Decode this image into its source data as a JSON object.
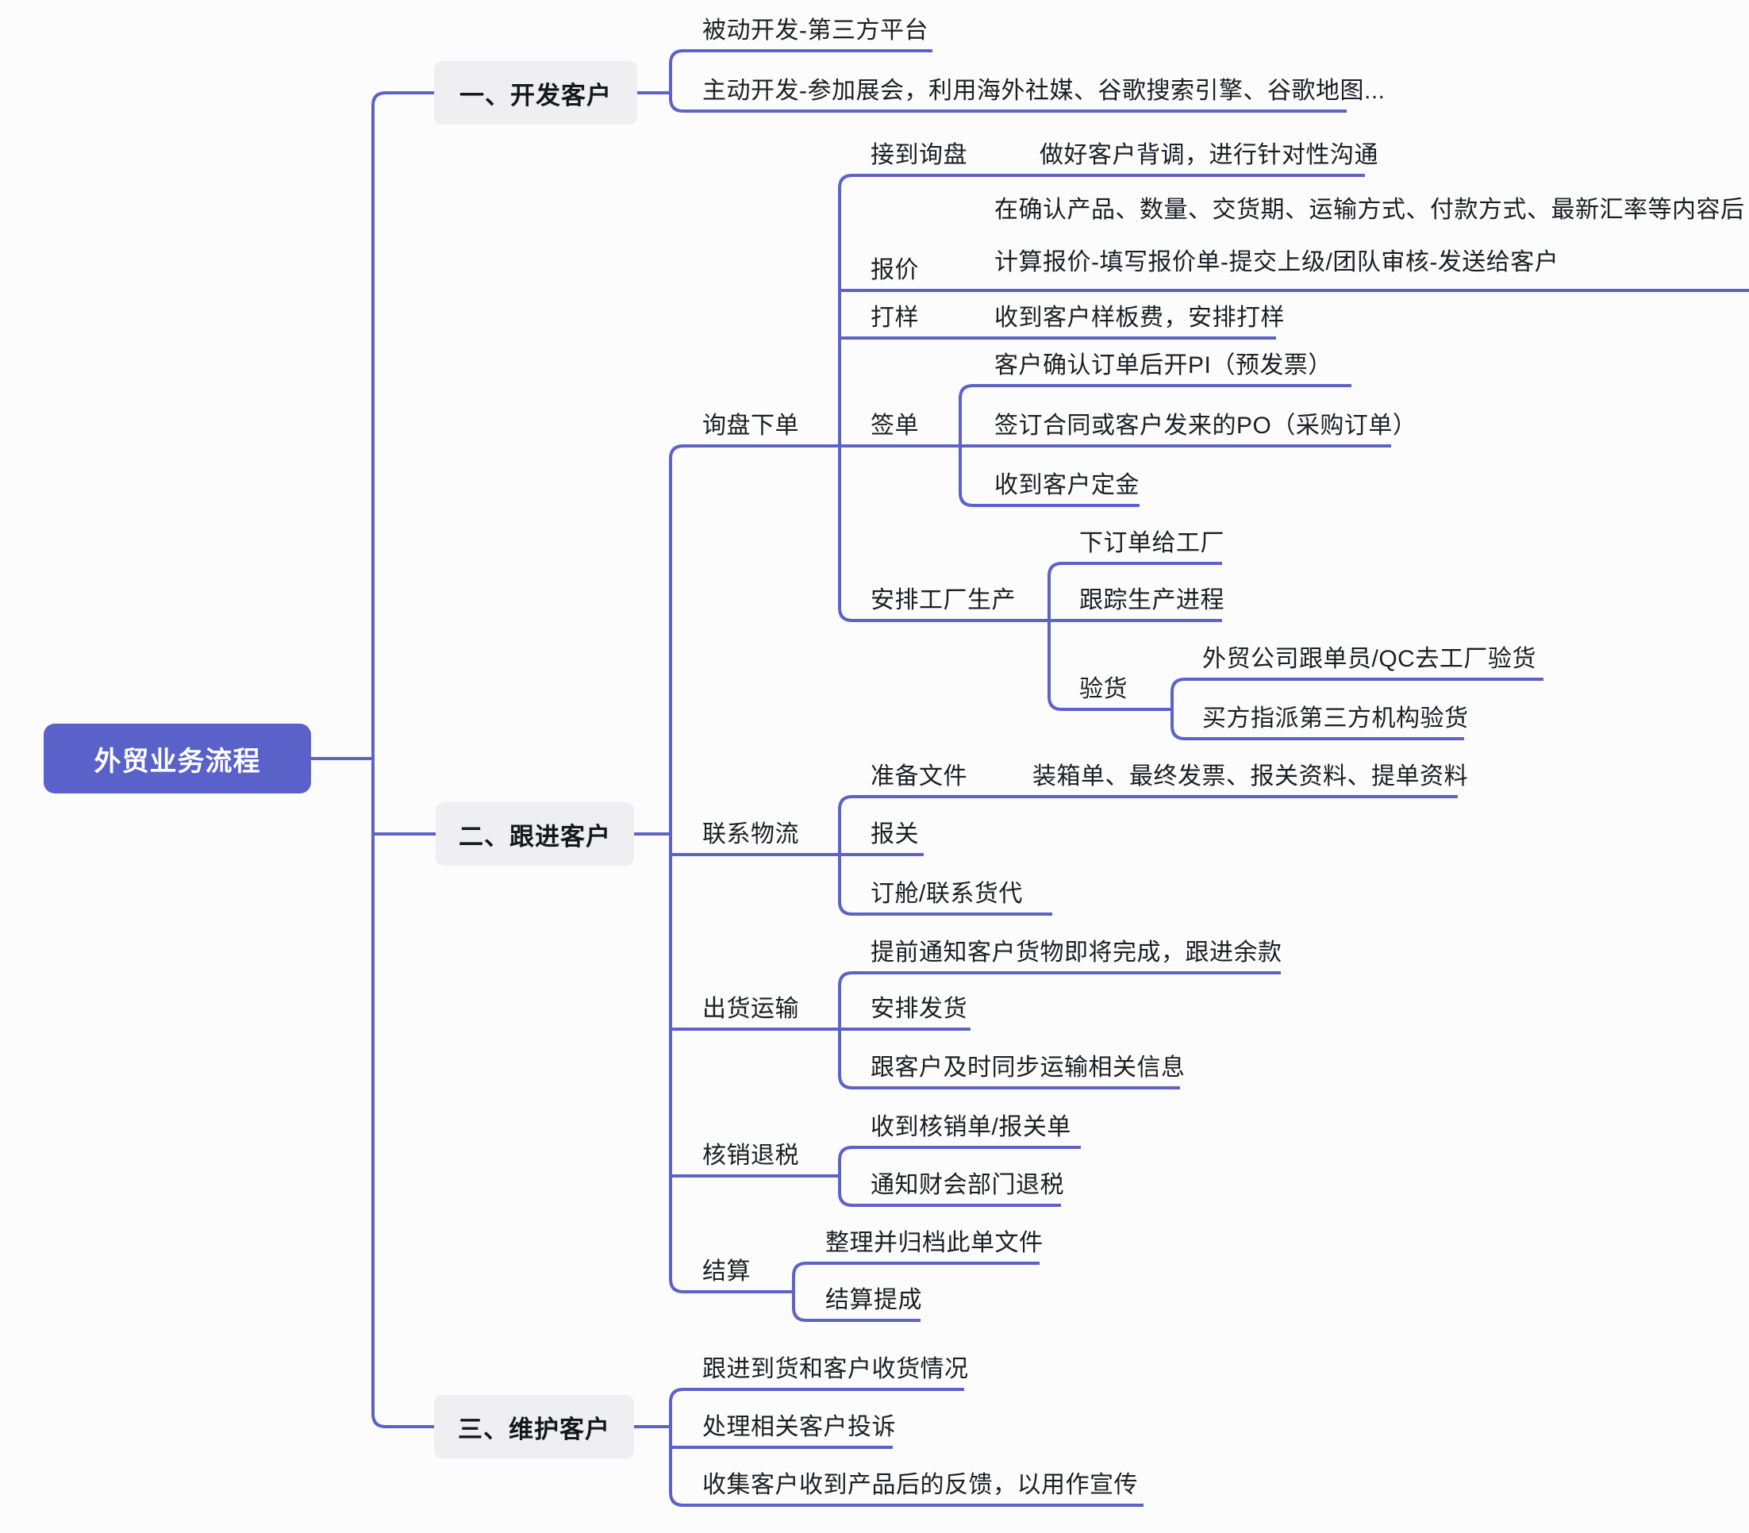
{
  "colors": {
    "branch_line": "#5c63c8",
    "root_fill": "#5a61c9",
    "root_text": "#ffffff",
    "level1_fill": "#efeff1",
    "node_text": "#1d1e23",
    "background": "#fcfcfd"
  },
  "root": {
    "label": "外贸业务流程"
  },
  "branches": [
    {
      "label": "一、开发客户",
      "children": [
        {
          "label": "被动开发-第三方平台"
        },
        {
          "label": "主动开发-参加展会，利用海外社媒、谷歌搜索引擎、谷歌地图..."
        }
      ]
    },
    {
      "label": "二、跟进客户",
      "children": [
        {
          "label": "询盘下单",
          "children": [
            {
              "label": "接到询盘",
              "children": [
                {
                  "label": "做好客户背调，进行针对性沟通"
                }
              ]
            },
            {
              "label": "报价",
              "children": [
                {
                  "lines": [
                    "在确认产品、数量、交货期、运输方式、付款方式、最新汇率等内容后",
                    "计算报价-填写报价单-提交上级/团队审核-发送给客户"
                  ]
                }
              ]
            },
            {
              "label": "打样",
              "children": [
                {
                  "label": "收到客户样板费，安排打样"
                }
              ]
            },
            {
              "label": "签单",
              "children": [
                {
                  "label": "客户确认订单后开PI（预发票）"
                },
                {
                  "label": "签订合同或客户发来的PO（采购订单）"
                },
                {
                  "label": "收到客户定金"
                }
              ]
            },
            {
              "label": "安排工厂生产",
              "children": [
                {
                  "label": "下订单给工厂"
                },
                {
                  "label": "跟踪生产进程"
                },
                {
                  "label": "验货",
                  "children": [
                    {
                      "label": "外贸公司跟单员/QC去工厂验货"
                    },
                    {
                      "label": "买方指派第三方机构验货"
                    }
                  ]
                }
              ]
            }
          ]
        },
        {
          "label": "联系物流",
          "children": [
            {
              "label": "准备文件",
              "children": [
                {
                  "label": "装箱单、最终发票、报关资料、提单资料"
                }
              ]
            },
            {
              "label": "报关"
            },
            {
              "label": "订舱/联系货代"
            }
          ]
        },
        {
          "label": "出货运输",
          "children": [
            {
              "label": "提前通知客户货物即将完成，跟进余款"
            },
            {
              "label": "安排发货"
            },
            {
              "label": "跟客户及时同步运输相关信息"
            }
          ]
        },
        {
          "label": "核销退税",
          "children": [
            {
              "label": "收到核销单/报关单"
            },
            {
              "label": "通知财会部门退税"
            }
          ]
        },
        {
          "label": "结算",
          "children": [
            {
              "label": "整理并归档此单文件"
            },
            {
              "label": "结算提成"
            }
          ]
        }
      ]
    },
    {
      "label": "三、维护客户",
      "children": [
        {
          "label": "跟进到货和客户收货情况"
        },
        {
          "label": "处理相关客户投诉"
        },
        {
          "label": "收集客户收到产品后的反馈，以用作宣传"
        }
      ]
    }
  ]
}
